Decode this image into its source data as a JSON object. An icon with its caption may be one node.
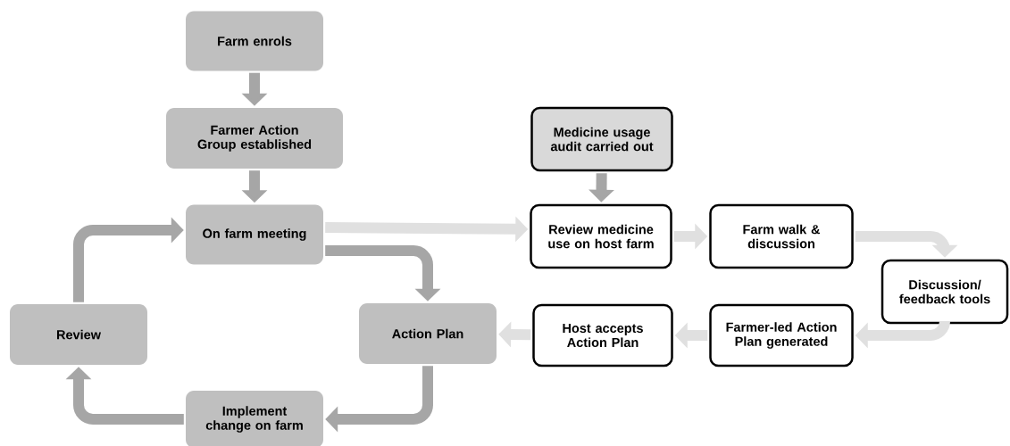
{
  "diagram": {
    "nodes": [
      {
        "text": [
          "Farm enrols"
        ]
      },
      {
        "text": [
          "Farmer Action Group established"
        ]
      },
      {
        "text": [
          "On farm meeting"
        ]
      },
      {
        "text": [
          "Action Plan"
        ]
      },
      {
        "text": [
          "Implement change on farm"
        ]
      },
      {
        "text": [
          "Review"
        ]
      },
      {
        "text": [
          "Medicine usage audit carried out"
        ]
      },
      {
        "text": [
          "Review medicine use on host farm"
        ]
      },
      {
        "text": [
          "Farm walk & discussion"
        ]
      },
      {
        "text": [
          "Discussion/ feedback tools"
        ]
      },
      {
        "text": [
          "Host accepts Action Plan"
        ]
      },
      {
        "text": [
          "Farmer-led Action Plan generated"
        ]
      }
    ],
    "edges": [
      {
        "from": 0,
        "to": 1,
        "arrow": "to"
      },
      {
        "from": 1,
        "to": 2,
        "arrow": "to"
      },
      {
        "from": 2,
        "to": 3,
        "arrow": "to"
      },
      {
        "from": 3,
        "to": 4,
        "arrow": "to"
      },
      {
        "from": 4,
        "to": 5,
        "arrow": "to"
      },
      {
        "from": 5,
        "to": 2,
        "arrow": "to"
      },
      {
        "from": 6,
        "to": 7,
        "arrow": "to"
      },
      {
        "from": 2,
        "to": 7,
        "arrow": "to",
        "color": "#e0e0e0"
      },
      {
        "from": 7,
        "to": 8,
        "arrow": "to",
        "color": "#e0e0e0"
      },
      {
        "from": 8,
        "to": 9,
        "arrow": "to",
        "color": "#e0e0e0"
      },
      {
        "from": 9,
        "to": 11,
        "arrow": "to",
        "color": "#e0e0e0"
      },
      {
        "from": 11,
        "to": 10,
        "arrow": "to",
        "color": "#e0e0e0"
      },
      {
        "from": 10,
        "to": 3,
        "arrow": "to",
        "color": "#e0e0e0"
      }
    ]
  }
}
